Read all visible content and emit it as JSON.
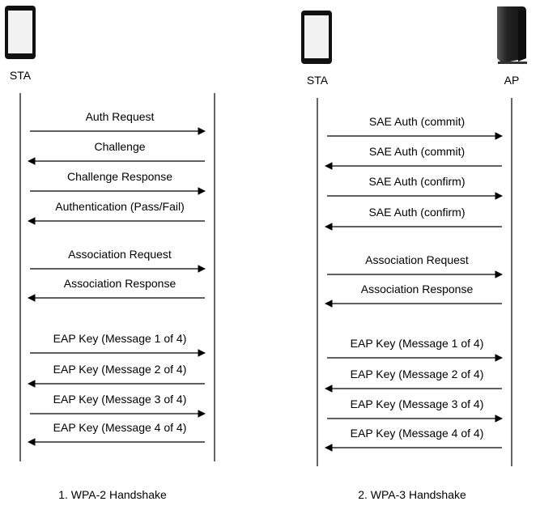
{
  "diagrams": [
    {
      "caption": "1. WPA-2 Handshake",
      "left_label": "STA",
      "right_label": "",
      "messages": [
        {
          "label": "Auth Request",
          "dir": "right"
        },
        {
          "label": "Challenge",
          "dir": "left"
        },
        {
          "label": "Challenge Response",
          "dir": "right"
        },
        {
          "label": "Authentication (Pass/Fail)",
          "dir": "left"
        },
        {
          "label": "Association Request",
          "dir": "right"
        },
        {
          "label": "Association Response",
          "dir": "left"
        },
        {
          "label": "EAP Key (Message 1 of 4)",
          "dir": "right"
        },
        {
          "label": "EAP Key (Message 2 of 4)",
          "dir": "left"
        },
        {
          "label": "EAP Key (Message 3 of 4)",
          "dir": "right"
        },
        {
          "label": "EAP Key (Message 4 of 4)",
          "dir": "left"
        }
      ]
    },
    {
      "caption": "2. WPA-3 Handshake",
      "left_label": "STA",
      "right_label": "AP",
      "messages": [
        {
          "label": "SAE Auth (commit)",
          "dir": "right"
        },
        {
          "label": "SAE Auth (commit)",
          "dir": "left"
        },
        {
          "label": "SAE Auth (confirm)",
          "dir": "right"
        },
        {
          "label": "SAE Auth (confirm)",
          "dir": "left"
        },
        {
          "label": "Association Request",
          "dir": "right"
        },
        {
          "label": "Association Response",
          "dir": "left"
        },
        {
          "label": "EAP Key (Message 1 of 4)",
          "dir": "right"
        },
        {
          "label": "EAP Key (Message 2 of 4)",
          "dir": "left"
        },
        {
          "label": "EAP Key (Message 3 of 4)",
          "dir": "right"
        },
        {
          "label": "EAP Key (Message 4 of 4)",
          "dir": "left"
        }
      ]
    }
  ],
  "icons": {
    "phone": "smartphone-icon",
    "router": "router-icon"
  },
  "colors": {
    "line": "#000000",
    "phone_body": "#111111",
    "phone_screen": "#f2f2f2",
    "router_body": "#222222"
  }
}
